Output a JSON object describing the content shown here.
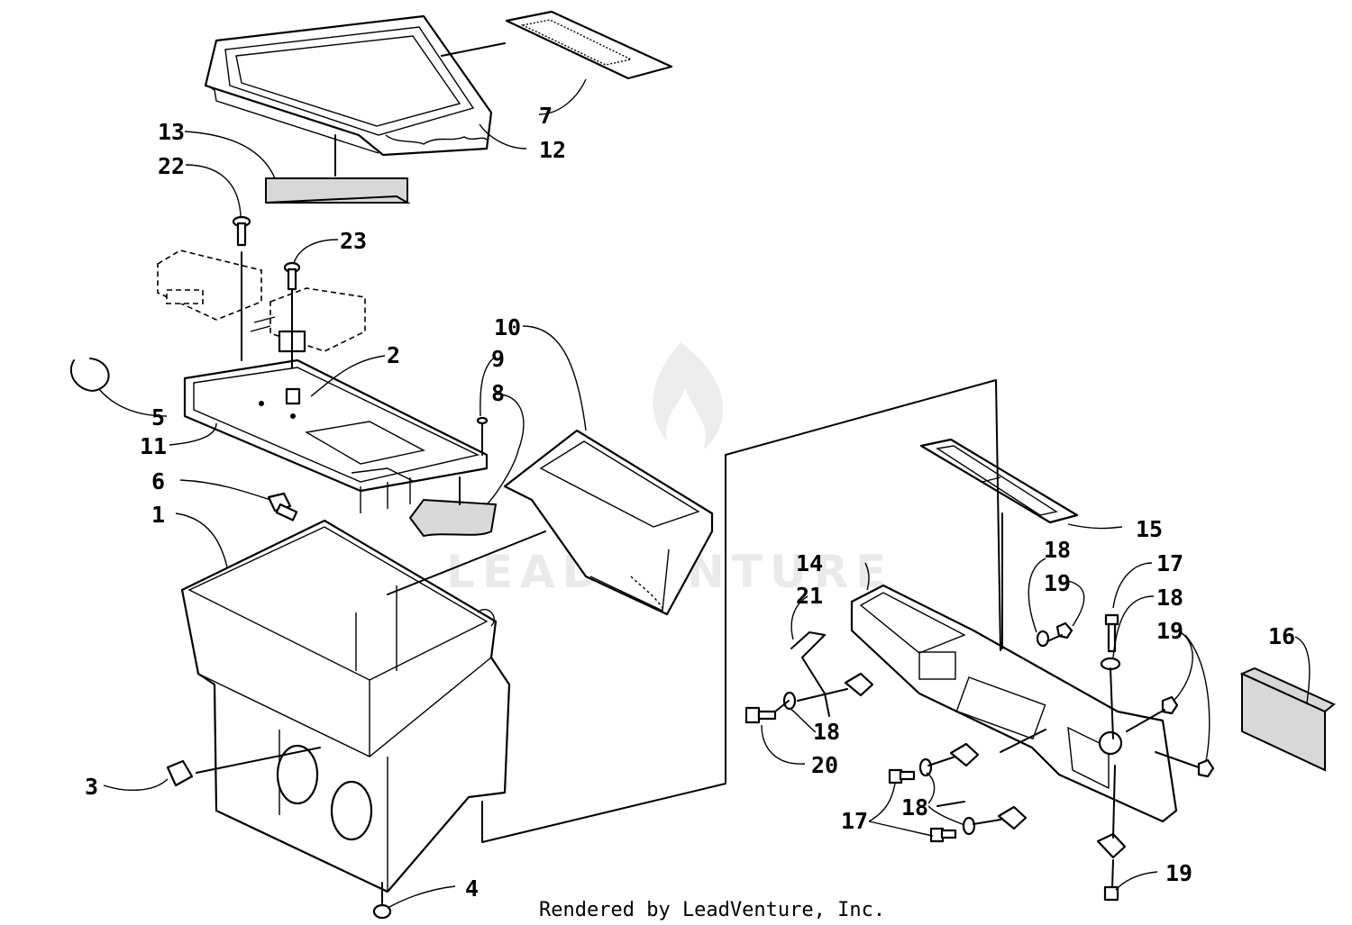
{
  "callouts": {
    "c1": "1",
    "c2": "2",
    "c3": "3",
    "c4": "4",
    "c5": "5",
    "c6": "6",
    "c7": "7",
    "c8": "8",
    "c9": "9",
    "c10": "10",
    "c11": "11",
    "c12": "12",
    "c13": "13",
    "c14": "14",
    "c15": "15",
    "c16": "16",
    "c17a": "17",
    "c17b": "17",
    "c18a": "18",
    "c18b": "18",
    "c18c": "18",
    "c18d": "18",
    "c19a": "19",
    "c19b": "19",
    "c19c": "19",
    "c20": "20",
    "c21": "21",
    "c22": "22",
    "c23": "23"
  },
  "watermark": "LEADVENTURE",
  "footer": "Rendered by LeadVenture, Inc."
}
